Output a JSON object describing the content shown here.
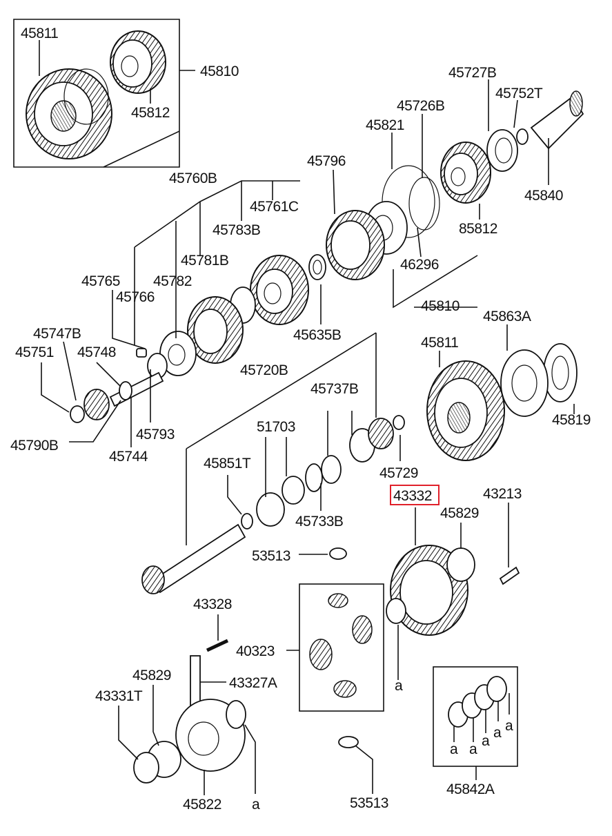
{
  "labels": {
    "l45811a": "45811",
    "l45810a": "45810",
    "l45812": "45812",
    "l45727b": "45727B",
    "l45752t": "45752T",
    "l45726b": "45726B",
    "l45821": "45821",
    "l45840": "45840",
    "l45796": "45796",
    "l85812": "85812",
    "l46296": "46296",
    "l45810b": "45810",
    "l45760b": "45760B",
    "l45761c": "45761C",
    "l45783b": "45783B",
    "l45781b": "45781B",
    "l45765": "45765",
    "l45782": "45782",
    "l45766": "45766",
    "l45635b": "45635B",
    "l45863a": "45863A",
    "l45747b": "45747B",
    "l45751": "45751",
    "l45748": "45748",
    "l45720b": "45720B",
    "l45811b": "45811",
    "l45737b": "45737B",
    "l45819": "45819",
    "l51703": "51703",
    "l45793": "45793",
    "l45790b": "45790B",
    "l45744": "45744",
    "l45729": "45729",
    "l45851t": "45851T",
    "l43332": "43332",
    "l43213": "43213",
    "l45829a": "45829",
    "l45733b": "45733B",
    "l53513a": "53513",
    "l43328": "43328",
    "l40323": "40323",
    "la1": "a",
    "l45829b": "45829",
    "l43327a": "43327A",
    "l43331t": "43331T",
    "la2": "a",
    "la3": "a",
    "la4": "a",
    "la5": "a",
    "la6": "a",
    "l45822": "45822",
    "la7": "a",
    "l53513b": "53513",
    "l45842a": "45842A"
  },
  "highlight": {
    "part": "43332",
    "color": "#e0202a"
  }
}
